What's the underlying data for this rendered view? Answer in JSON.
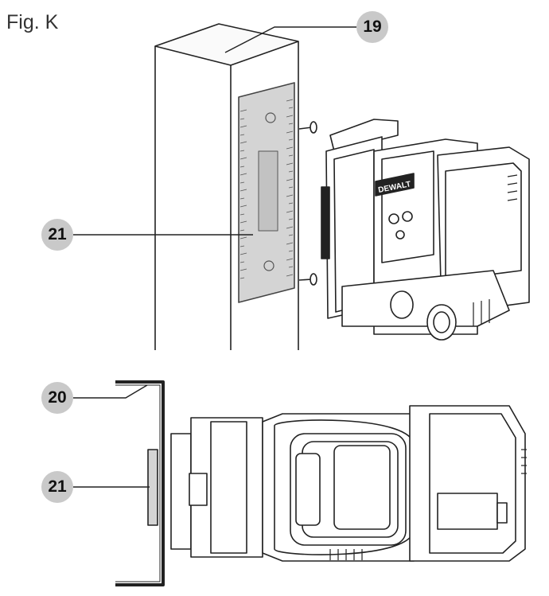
{
  "figure": {
    "title": "Fig. K",
    "brand_text": "DEWALT",
    "callouts": [
      {
        "id": "19"
      },
      {
        "id": "21"
      },
      {
        "id": "20"
      },
      {
        "id": "21"
      }
    ]
  },
  "colors": {
    "line": "#222222",
    "callout_fill": "#c9c9c9",
    "ruler_fill": "#d4d4d4"
  }
}
